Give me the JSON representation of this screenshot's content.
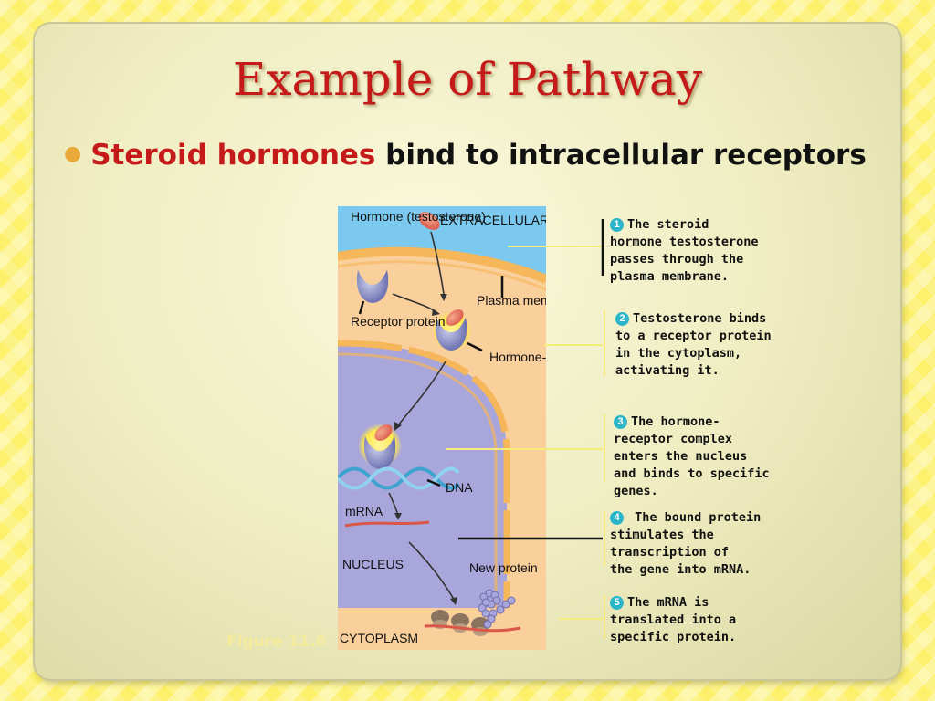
{
  "slide": {
    "title": "Example of Pathway",
    "bullet_red": "Steroid hormones",
    "bullet_black": " bind to intracellular receptors",
    "figure_caption": "Figure 11.6"
  },
  "diagram": {
    "labels": {
      "hormone": "Hormone\n(testosterone)",
      "extracellular": "EXTRACELLULAR\nFLUID",
      "plasma_membrane": "Plasma\nmembrane",
      "receptor_protein": "Receptor\nprotein",
      "complex": "Hormone-\nreceptor\ncomplex",
      "dna": "DNA",
      "mrna": "mRNA",
      "nucleus": "NUCLEUS",
      "new_protein": "New protein",
      "cytoplasm": "CYTOPLASM"
    }
  },
  "steps": [
    {
      "num": "1",
      "text": "The steroid\nhormone testosterone\npasses through the\nplasma membrane."
    },
    {
      "num": "2",
      "text": "Testosterone binds\nto a receptor protein\nin the cytoplasm,\nactivating it."
    },
    {
      "num": "3",
      "text": "The hormone-\nreceptor complex\nenters the nucleus\nand binds to specific\ngenes."
    },
    {
      "num": "4",
      "text": " The bound protein\nstimulates the\ntranscription of\nthe gene into mRNA."
    },
    {
      "num": "5",
      "text": "The mRNA is\ntranslated into a\nspecific protein."
    }
  ],
  "colors": {
    "title": "#c51a1a",
    "step_number": "#2bb5c9",
    "extracellular": "#7cc9ef",
    "cytoplasm": "#f9cf9b",
    "nucleus": "#a9a6db",
    "membrane": "#f6b65a"
  }
}
